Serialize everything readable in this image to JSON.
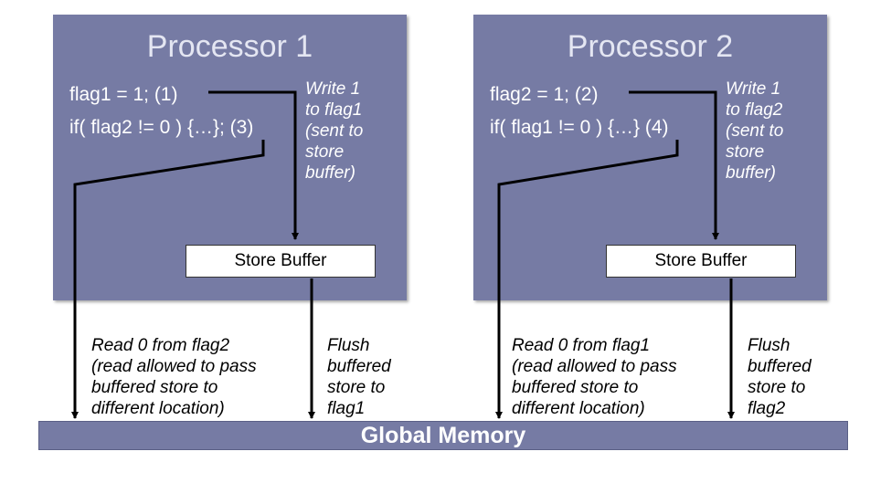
{
  "processors": [
    {
      "title": "Processor 1",
      "code_line1": "flag1 = 1; (1)",
      "code_line2": "if( flag2 != 0 ) {…}; (3)",
      "write_note": [
        "Write 1",
        "to flag1",
        "(sent to",
        "store",
        "buffer)"
      ],
      "store_buffer": "Store Buffer",
      "read_note": [
        "Read 0 from flag2",
        "(read allowed to pass",
        "buffered store to",
        "different location)"
      ],
      "flush_note": [
        "Flush",
        "buffered",
        "store to",
        "flag1"
      ]
    },
    {
      "title": "Processor 2",
      "code_line1": "flag2 = 1; (2)",
      "code_line2": "if( flag1 != 0 ) {…} (4)",
      "write_note": [
        "Write 1",
        "to flag2",
        "(sent to",
        "store",
        "buffer)"
      ],
      "store_buffer": "Store Buffer",
      "read_note": [
        "Read 0 from flag1",
        "(read allowed to pass",
        "buffered store to",
        "different location)"
      ],
      "flush_note": [
        "Flush",
        "buffered",
        "store to",
        "flag2"
      ]
    }
  ],
  "global_memory": "Global Memory",
  "colors": {
    "processor_box": "#767ba4",
    "memory_bar": "#767ba4",
    "arrow": "#000000"
  }
}
